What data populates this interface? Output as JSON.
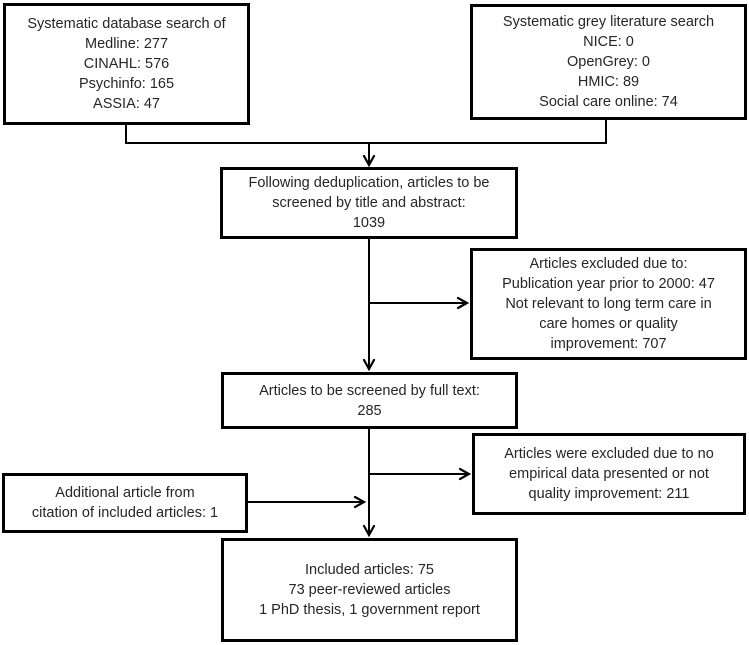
{
  "boxes": {
    "database_search": {
      "lines": [
        "Systematic database search of",
        "Medline: 277",
        "CINAHL: 576",
        "Psychinfo: 165",
        "ASSIA: 47"
      ]
    },
    "grey_literature_search": {
      "lines": [
        "Systematic grey literature search",
        "NICE: 0",
        "OpenGrey: 0",
        "HMIC: 89",
        "Social care online: 74"
      ]
    },
    "deduplication_screen": {
      "lines": [
        "Following deduplication, articles to be",
        "screened by title and abstract:",
        "1039"
      ]
    },
    "excluded_title_abstract": {
      "lines": [
        "Articles excluded due to:",
        "Publication year prior to 2000: 47",
        "Not relevant to long term care in",
        "care homes or quality",
        "improvement: 707"
      ]
    },
    "fulltext_screen": {
      "lines": [
        "Articles to be screened by full text:",
        "285"
      ]
    },
    "excluded_fulltext": {
      "lines": [
        "Articles were excluded due to no",
        "empirical data presented or not",
        "quality improvement: 211"
      ]
    },
    "additional_citation": {
      "lines": [
        "Additional article from",
        "citation of included articles: 1"
      ]
    },
    "included_articles": {
      "lines": [
        "Included articles: 75",
        "73 peer-reviewed articles",
        "1 PhD thesis, 1 government report"
      ]
    }
  },
  "colors": {
    "line": "#000000",
    "text": "#262626",
    "background": "#ffffff"
  }
}
